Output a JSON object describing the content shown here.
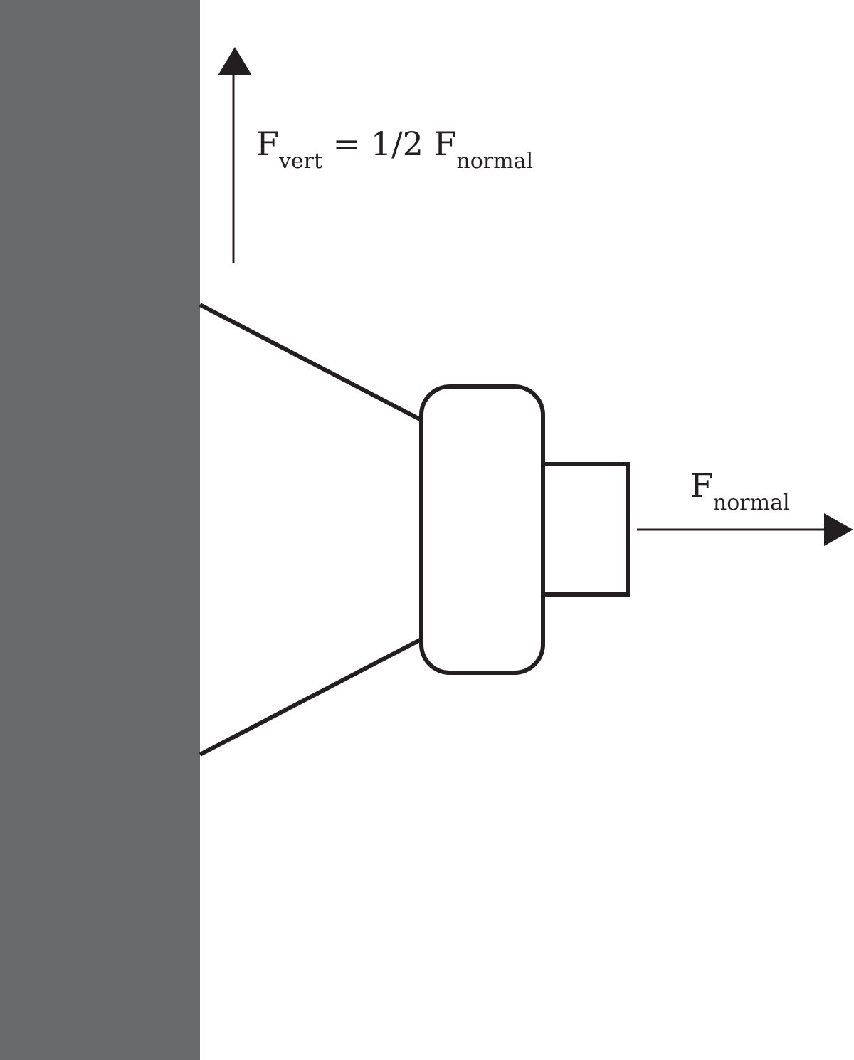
{
  "colors": {
    "wall": "#68696b",
    "stroke": "#231f20",
    "background": "#ffffff"
  },
  "labels": {
    "vertical_force": {
      "symbol": "F",
      "subscript": "vert",
      "equals": " = 1/2 ",
      "symbol2": "F",
      "subscript2": "normal"
    },
    "normal_force": {
      "symbol": "F",
      "subscript": "normal"
    }
  }
}
